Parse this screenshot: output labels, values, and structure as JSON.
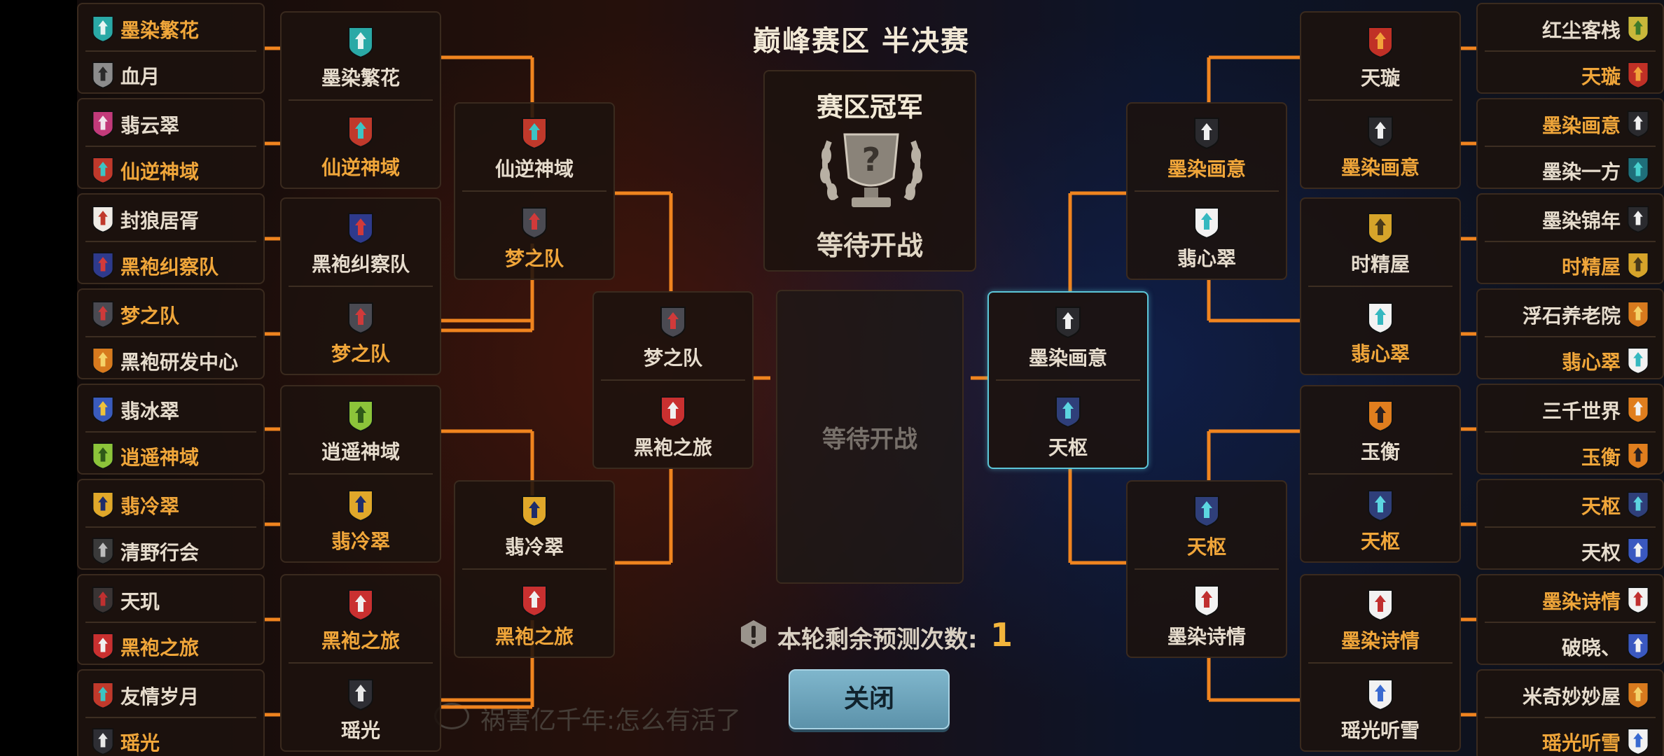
{
  "title": "巅峰赛区 半决赛",
  "champion": {
    "label": "赛区冠军",
    "status": "等待开战",
    "trophy_icon": "trophy-question-icon"
  },
  "final": {
    "status": "等待开战"
  },
  "prediction": {
    "label": "本轮剩余预测次数:",
    "count": "1",
    "icon": "alert-icon"
  },
  "close_button": "关闭",
  "chat": {
    "text": "祸害亿千年:怎么有活了",
    "icon": "chat-icon"
  },
  "colors": {
    "winner_text": "#f0a63a",
    "normal_text": "#e6dccd",
    "bracket_line": "#f0841f",
    "selected_border": "#5cc6d8",
    "button": "#6ea4bb"
  },
  "left": {
    "round1": [
      [
        {
          "name": "墨染繁花",
          "winner": true,
          "emblem": "teal-shield-emblem"
        },
        {
          "name": "血月",
          "winner": false,
          "emblem": "gray-shield-emblem"
        }
      ],
      [
        {
          "name": "翡云翠",
          "winner": false,
          "emblem": "magenta-shield-emblem"
        },
        {
          "name": "仙逆神域",
          "winner": true,
          "emblem": "red-teal-shield-emblem"
        }
      ],
      [
        {
          "name": "封狼居胥",
          "winner": false,
          "emblem": "white-red-shield-emblem"
        },
        {
          "name": "黑袍纠察队",
          "winner": true,
          "emblem": "red-white-striped-emblem"
        }
      ],
      [
        {
          "name": "梦之队",
          "winner": true,
          "emblem": "dark-red-phoenix-emblem"
        },
        {
          "name": "黑袍研发中心",
          "winner": false,
          "emblem": "orange-shield-emblem"
        }
      ],
      [
        {
          "name": "翡冰翠",
          "winner": false,
          "emblem": "blue-yellow-shield-emblem"
        },
        {
          "name": "逍遥神域",
          "winner": true,
          "emblem": "green-gem-emblem"
        }
      ],
      [
        {
          "name": "翡冷翠",
          "winner": true,
          "emblem": "gold-phoenix-emblem"
        },
        {
          "name": "清野行会",
          "winner": false,
          "emblem": "gray-black-shield-emblem"
        }
      ],
      [
        {
          "name": "天玑",
          "winner": false,
          "emblem": "dark-red-shield-emblem"
        },
        {
          "name": "黑袍之旅",
          "winner": true,
          "emblem": "red-white-sword-emblem"
        }
      ],
      [
        {
          "name": "友情岁月",
          "winner": false,
          "emblem": "red-teal-shield-emblem"
        },
        {
          "name": "瑶光",
          "winner": true,
          "emblem": "diamond-shield-emblem"
        }
      ]
    ],
    "round2": [
      [
        {
          "name": "墨染繁花",
          "winner": false,
          "emblem": "teal-shield-emblem"
        },
        {
          "name": "仙逆神域",
          "winner": true,
          "emblem": "red-teal-shield-emblem"
        }
      ],
      [
        {
          "name": "黑袍纠察队",
          "winner": false,
          "emblem": "red-white-striped-emblem"
        },
        {
          "name": "梦之队",
          "winner": true,
          "emblem": "dark-red-phoenix-emblem"
        }
      ],
      [
        {
          "name": "逍遥神域",
          "winner": false,
          "emblem": "green-gem-emblem"
        },
        {
          "name": "翡冷翠",
          "winner": true,
          "emblem": "gold-phoenix-emblem"
        }
      ],
      [
        {
          "name": "黑袍之旅",
          "winner": true,
          "emblem": "red-white-sword-emblem"
        },
        {
          "name": "瑶光",
          "winner": false,
          "emblem": "diamond-shield-emblem"
        }
      ]
    ],
    "round3": [
      [
        {
          "name": "仙逆神域",
          "winner": false,
          "emblem": "red-teal-shield-emblem"
        },
        {
          "name": "梦之队",
          "winner": true,
          "emblem": "dark-red-phoenix-emblem"
        }
      ],
      [
        {
          "name": "翡冷翠",
          "winner": false,
          "emblem": "gold-phoenix-emblem"
        },
        {
          "name": "黑袍之旅",
          "winner": true,
          "emblem": "red-white-sword-emblem"
        }
      ]
    ],
    "semifinal": [
      {
        "name": "梦之队",
        "winner": false,
        "emblem": "dark-red-phoenix-emblem"
      },
      {
        "name": "黑袍之旅",
        "winner": false,
        "emblem": "red-white-sword-emblem"
      }
    ]
  },
  "right": {
    "round1": [
      [
        {
          "name": "红尘客栈",
          "winner": false,
          "emblem": "yellow-green-shield-emblem"
        },
        {
          "name": "天璇",
          "winner": true,
          "emblem": "red-phoenix-emblem"
        }
      ],
      [
        {
          "name": "墨染画意",
          "winner": true,
          "emblem": "black-white-sword-emblem"
        },
        {
          "name": "墨染一方",
          "winner": false,
          "emblem": "teal-sword-emblem"
        }
      ],
      [
        {
          "name": "墨染锦年",
          "winner": false,
          "emblem": "black-white-sword-emblem"
        },
        {
          "name": "时精屋",
          "winner": true,
          "emblem": "gold-crest-emblem"
        }
      ],
      [
        {
          "name": "浮石养老院",
          "winner": false,
          "emblem": "orange-shield-emblem"
        },
        {
          "name": "翡心翠",
          "winner": true,
          "emblem": "white-teal-phoenix-emblem"
        }
      ],
      [
        {
          "name": "三千世界",
          "winner": false,
          "emblem": "orange-phoenix-emblem"
        },
        {
          "name": "玉衡",
          "winner": true,
          "emblem": "orange-dark-phoenix-emblem"
        }
      ],
      [
        {
          "name": "天枢",
          "winner": true,
          "emblem": "blue-triangle-emblem"
        },
        {
          "name": "天权",
          "winner": false,
          "emblem": "blue-white-shield-emblem"
        }
      ],
      [
        {
          "name": "墨染诗情",
          "winner": true,
          "emblem": "red-checker-emblem"
        },
        {
          "name": "破晓、",
          "winner": false,
          "emblem": "blue-white-shield-emblem"
        }
      ],
      [
        {
          "name": "米奇妙妙屋",
          "winner": false,
          "emblem": "orange-shield-emblem"
        },
        {
          "name": "瑶光听雪",
          "winner": true,
          "emblem": "blue-white-star-emblem"
        }
      ]
    ],
    "round2": [
      [
        {
          "name": "天璇",
          "winner": false,
          "emblem": "red-phoenix-emblem"
        },
        {
          "name": "墨染画意",
          "winner": true,
          "emblem": "black-white-sword-emblem"
        }
      ],
      [
        {
          "name": "时精屋",
          "winner": false,
          "emblem": "gold-crest-emblem"
        },
        {
          "name": "翡心翠",
          "winner": true,
          "emblem": "white-teal-phoenix-emblem"
        }
      ],
      [
        {
          "name": "玉衡",
          "winner": false,
          "emblem": "orange-dark-phoenix-emblem"
        },
        {
          "name": "天枢",
          "winner": true,
          "emblem": "blue-triangle-emblem"
        }
      ],
      [
        {
          "name": "墨染诗情",
          "winner": true,
          "emblem": "red-checker-emblem"
        },
        {
          "name": "瑶光听雪",
          "winner": false,
          "emblem": "blue-white-star-emblem"
        }
      ]
    ],
    "round3": [
      [
        {
          "name": "墨染画意",
          "winner": true,
          "emblem": "black-white-sword-emblem"
        },
        {
          "name": "翡心翠",
          "winner": false,
          "emblem": "white-teal-phoenix-emblem"
        }
      ],
      [
        {
          "name": "天枢",
          "winner": true,
          "emblem": "blue-triangle-emblem"
        },
        {
          "name": "墨染诗情",
          "winner": false,
          "emblem": "red-checker-emblem"
        }
      ]
    ],
    "semifinal": [
      {
        "name": "墨染画意",
        "winner": false,
        "emblem": "black-white-sword-emblem"
      },
      {
        "name": "天枢",
        "winner": false,
        "emblem": "blue-triangle-emblem"
      }
    ]
  }
}
